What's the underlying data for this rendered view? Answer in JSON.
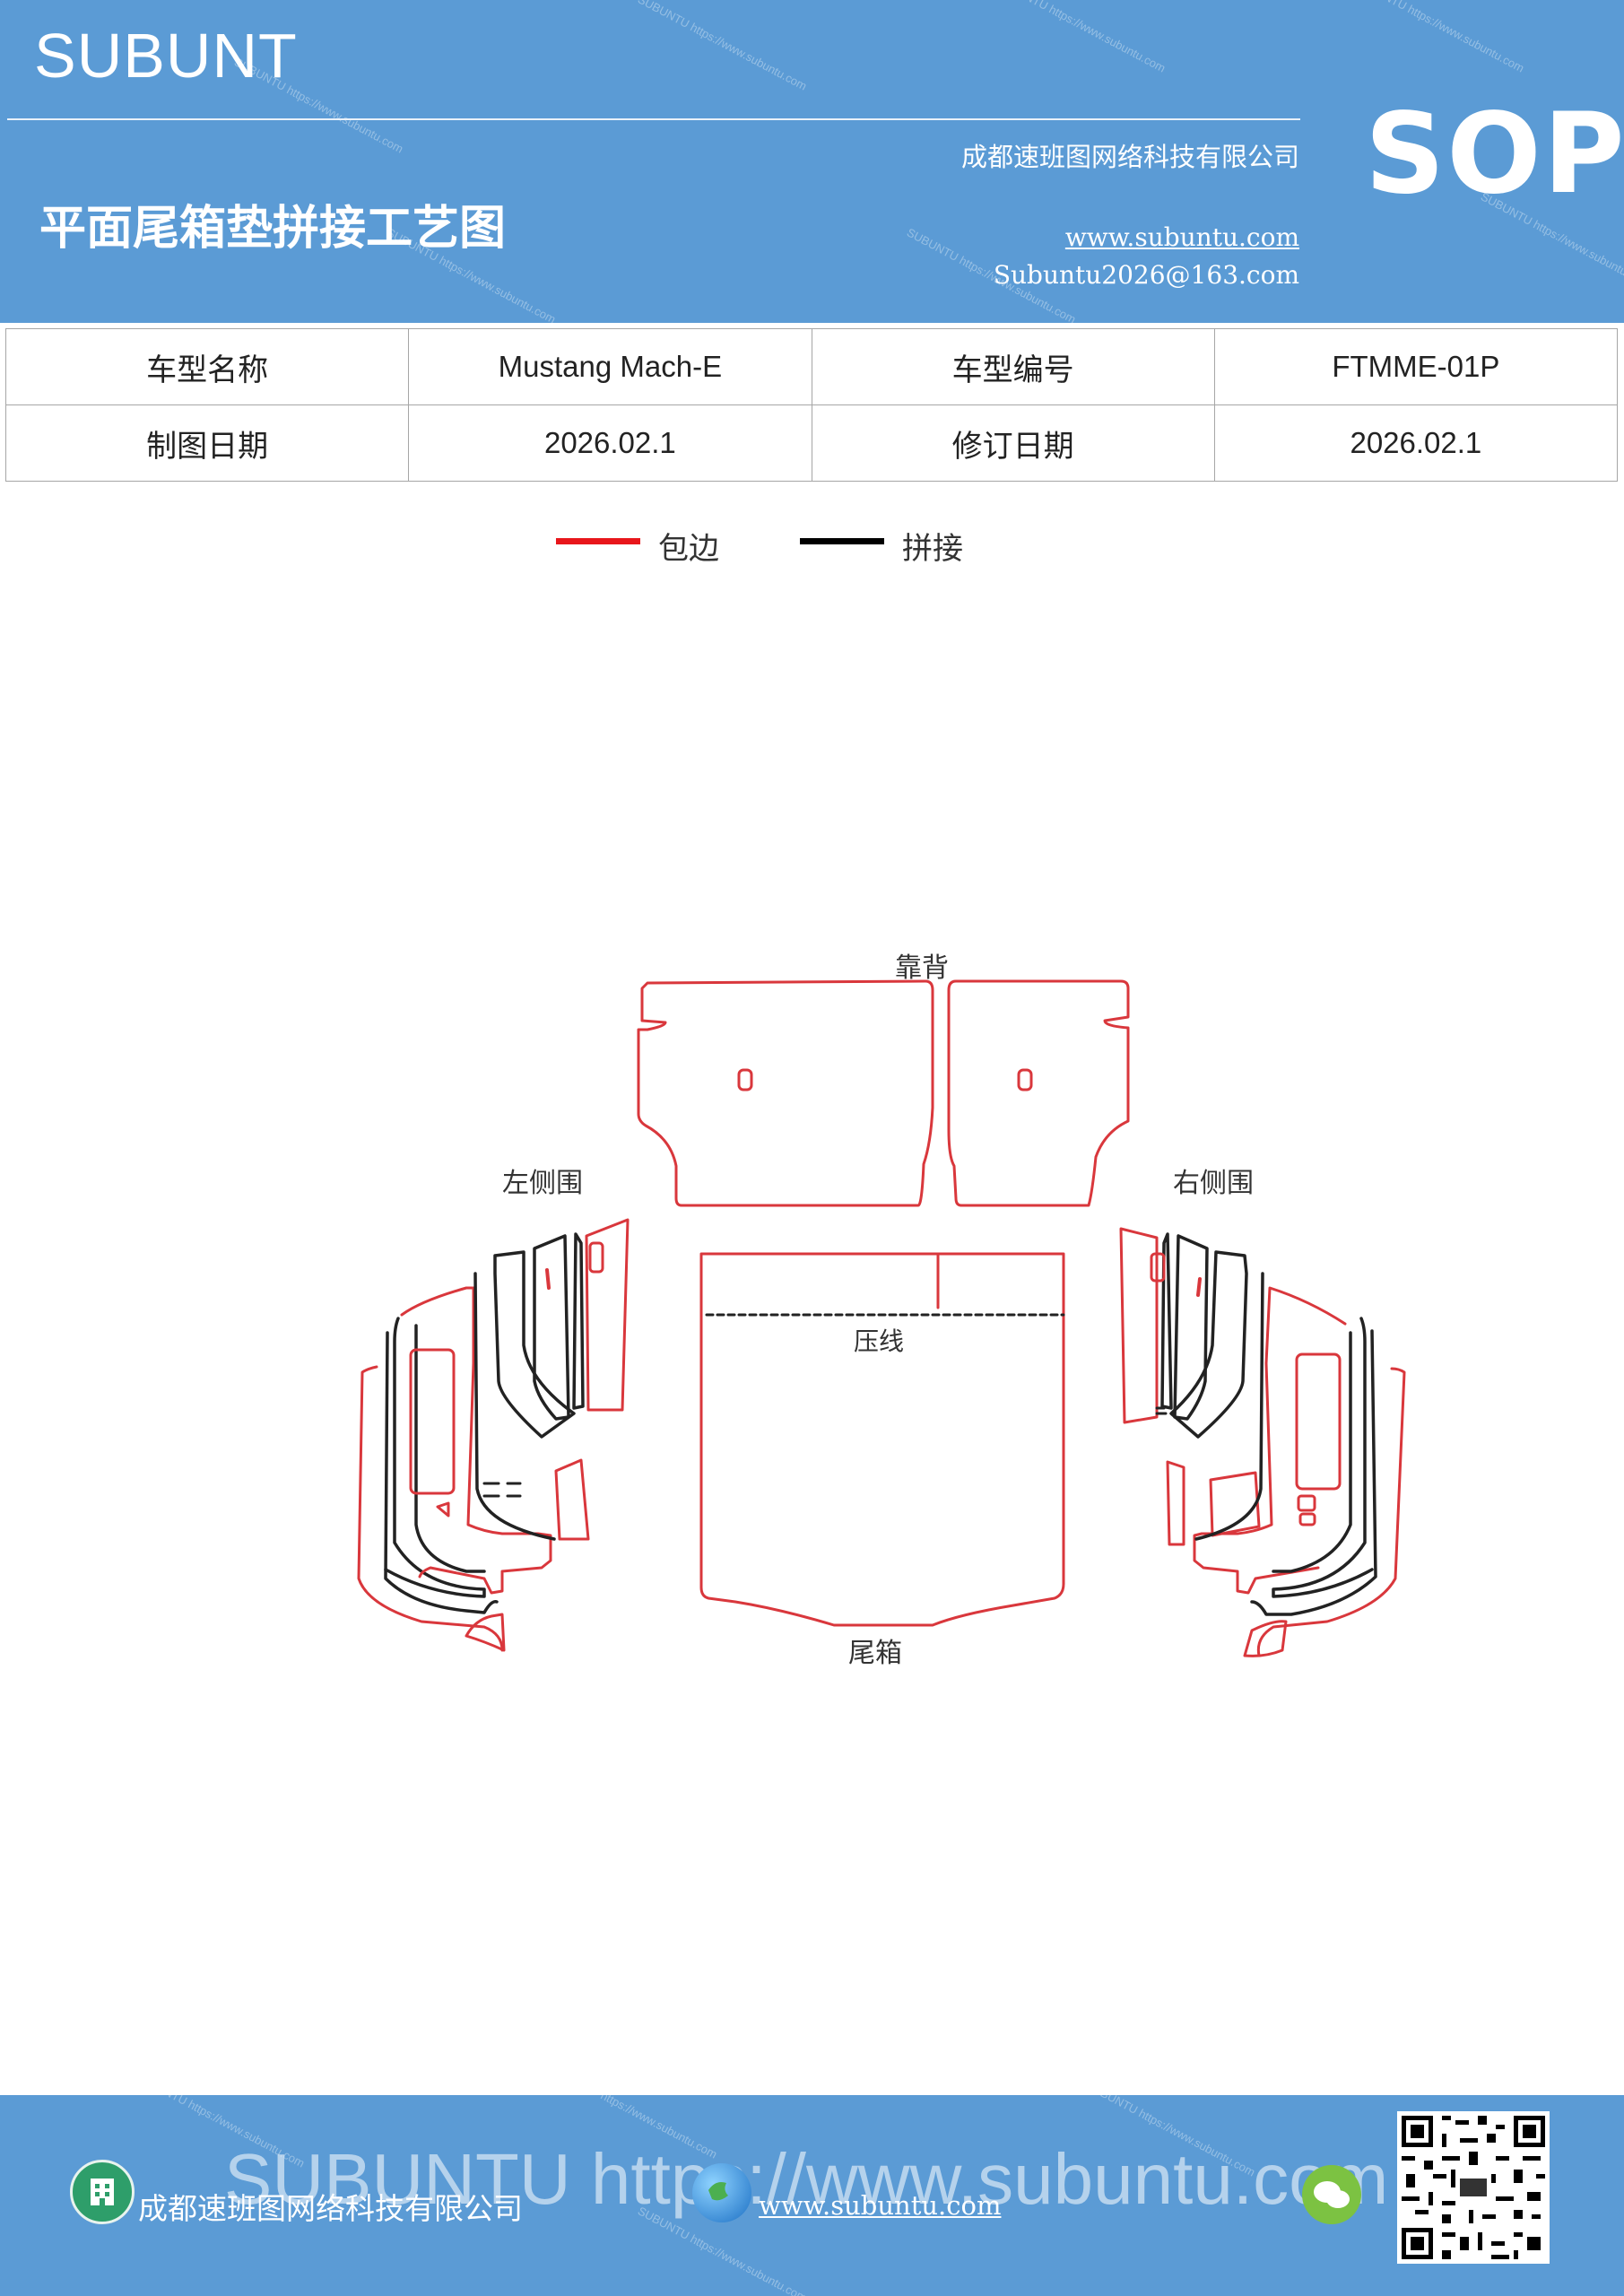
{
  "header": {
    "brand": "SUBUNT",
    "title": "平面尾箱垫拼接工艺图",
    "company": "成都速班图网络科技有限公司",
    "website": "www.subuntu.com",
    "email": "Subuntu2026@163.com",
    "badge": "SOP",
    "bg_color": "#5b9bd5"
  },
  "info_table": {
    "rows": [
      [
        "车型名称",
        "Mustang  Mach-E",
        "车型编号",
        "FTMME-01P"
      ],
      [
        "制图日期",
        "2026.02.1",
        "修订日期",
        "2026.02.1"
      ]
    ]
  },
  "legend": {
    "items": [
      {
        "label": "包边",
        "color": "#e8161b"
      },
      {
        "label": "拼接",
        "color": "#000000"
      }
    ]
  },
  "diagram": {
    "labels": {
      "backrest": "靠背",
      "left_side": "左侧围",
      "right_side": "右侧围",
      "press_line": "压线",
      "trunk": "尾箱"
    },
    "edge_color": "#d9373c",
    "seam_color": "#222222"
  },
  "footer": {
    "company": "成都速班图网络科技有限公司",
    "website": "www.subuntu.com",
    "watermark_text": "SUBUNTU https://www.subuntu.com"
  }
}
